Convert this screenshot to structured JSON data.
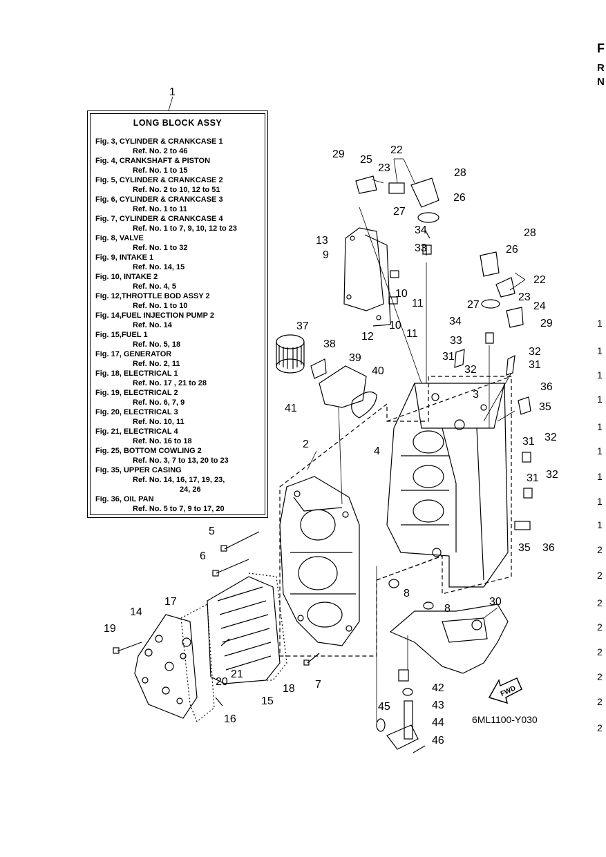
{
  "assembly": {
    "ref": "1",
    "title": "LONG  BLOCK ASSY",
    "figures": [
      {
        "label": "Fig. 3, CYLINDER & CRANKCASE 1",
        "refs": [
          "Ref. No. 2 to 46"
        ]
      },
      {
        "label": "Fig. 4, CRANKSHAFT & PISTON",
        "refs": [
          "Ref. No. 1 to 15"
        ]
      },
      {
        "label": "Fig. 5, CYLINDER & CRANKCASE 2",
        "refs": [
          "Ref. No. 2 to 10, 12 to 51"
        ]
      },
      {
        "label": "Fig. 6, CYLINDER & CRANKCASE 3",
        "refs": [
          "Ref. No. 1 to 11"
        ]
      },
      {
        "label": "Fig. 7, CYLINDER & CRANKCASE 4",
        "refs": [
          "Ref. No. 1 to 7, 9, 10, 12 to 23"
        ]
      },
      {
        "label": "Fig. 8, VALVE",
        "refs": [
          "Ref. No. 1 to 32"
        ]
      },
      {
        "label": "Fig. 9, INTAKE 1",
        "refs": [
          "Ref. No. 14, 15"
        ]
      },
      {
        "label": "Fig. 10, INTAKE 2",
        "refs": [
          "Ref. No. 4, 5"
        ]
      },
      {
        "label": "Fig. 12,THROTTLE BOD ASSY 2",
        "refs": [
          "Ref. No. 1 to 10"
        ]
      },
      {
        "label": "Fig. 14,FUEL INJECTION PUMP 2",
        "refs": [
          "Ref. No. 14"
        ]
      },
      {
        "label": "Fig. 15,FUEL 1",
        "refs": [
          "Ref. No. 5, 18"
        ]
      },
      {
        "label": "Fig. 17, GENERATOR",
        "refs": [
          "Ref. No. 2, 11"
        ]
      },
      {
        "label": "Fig. 18, ELECTRICAL 1",
        "refs": [
          "Ref. No. 17 , 21 to 28"
        ]
      },
      {
        "label": "Fig. 19, ELECTRICAL 2",
        "refs": [
          "Ref. No. 6, 7, 9"
        ]
      },
      {
        "label": "Fig. 20, ELECTRICAL 3",
        "refs": [
          "Ref. No. 10, 11"
        ]
      },
      {
        "label": "Fig. 21, ELECTRICAL 4",
        "refs": [
          "Ref. No. 16 to 18"
        ]
      },
      {
        "label": "Fig. 25, BOTTOM COWLING 2",
        "refs": [
          "Ref. No. 3, 7 to 13, 20 to 23"
        ]
      },
      {
        "label": "Fig. 35, UPPER CASING",
        "refs": [
          "Ref. No. 14, 16, 17, 19, 23,",
          "24, 26"
        ]
      },
      {
        "label": "Fig. 36, OIL PAN",
        "refs": [
          "Ref. No. 5 to 7, 9 to 17, 20"
        ]
      }
    ]
  },
  "model_code": "6ML1100-Y030",
  "fwd_label": "FWD",
  "edge_header": [
    "F",
    "R",
    "N"
  ],
  "edge_numbers": [
    "1",
    "1",
    "1",
    "1",
    "1",
    "1",
    "1",
    "1",
    "1",
    "2",
    "2",
    "2",
    "2",
    "2",
    "2",
    "2",
    "2"
  ],
  "callouts": [
    {
      "id": "c1",
      "text": "1"
    },
    {
      "id": "c2",
      "text": "2"
    },
    {
      "id": "c3",
      "text": "3"
    },
    {
      "id": "c4",
      "text": "4"
    },
    {
      "id": "c5",
      "text": "5"
    },
    {
      "id": "c6",
      "text": "6"
    },
    {
      "id": "c7",
      "text": "7"
    },
    {
      "id": "c8a",
      "text": "8"
    },
    {
      "id": "c8b",
      "text": "8"
    },
    {
      "id": "c9",
      "text": "9"
    },
    {
      "id": "c10a",
      "text": "10"
    },
    {
      "id": "c10b",
      "text": "10"
    },
    {
      "id": "c11a",
      "text": "11"
    },
    {
      "id": "c11b",
      "text": "11"
    },
    {
      "id": "c12",
      "text": "12"
    },
    {
      "id": "c13",
      "text": "13"
    },
    {
      "id": "c14",
      "text": "14"
    },
    {
      "id": "c15",
      "text": "15"
    },
    {
      "id": "c16",
      "text": "16"
    },
    {
      "id": "c17",
      "text": "17"
    },
    {
      "id": "c18",
      "text": "18"
    },
    {
      "id": "c19",
      "text": "19"
    },
    {
      "id": "c20",
      "text": "20"
    },
    {
      "id": "c21",
      "text": "21"
    },
    {
      "id": "c22a",
      "text": "22"
    },
    {
      "id": "c22b",
      "text": "22"
    },
    {
      "id": "c23a",
      "text": "23"
    },
    {
      "id": "c23b",
      "text": "23"
    },
    {
      "id": "c24",
      "text": "24"
    },
    {
      "id": "c25",
      "text": "25"
    },
    {
      "id": "c26a",
      "text": "26"
    },
    {
      "id": "c26b",
      "text": "26"
    },
    {
      "id": "c27a",
      "text": "27"
    },
    {
      "id": "c27b",
      "text": "27"
    },
    {
      "id": "c28a",
      "text": "28"
    },
    {
      "id": "c28b",
      "text": "28"
    },
    {
      "id": "c29a",
      "text": "29"
    },
    {
      "id": "c29b",
      "text": "29"
    },
    {
      "id": "c30",
      "text": "30"
    },
    {
      "id": "c31a",
      "text": "31"
    },
    {
      "id": "c31b",
      "text": "31"
    },
    {
      "id": "c31c",
      "text": "31"
    },
    {
      "id": "c31d",
      "text": "31"
    },
    {
      "id": "c32a",
      "text": "32"
    },
    {
      "id": "c32b",
      "text": "32"
    },
    {
      "id": "c32c",
      "text": "32"
    },
    {
      "id": "c32d",
      "text": "32"
    },
    {
      "id": "c33a",
      "text": "33"
    },
    {
      "id": "c33b",
      "text": "33"
    },
    {
      "id": "c34a",
      "text": "34"
    },
    {
      "id": "c34b",
      "text": "34"
    },
    {
      "id": "c35a",
      "text": "35"
    },
    {
      "id": "c35b",
      "text": "35"
    },
    {
      "id": "c36a",
      "text": "36"
    },
    {
      "id": "c36b",
      "text": "36"
    },
    {
      "id": "c37",
      "text": "37"
    },
    {
      "id": "c38",
      "text": "38"
    },
    {
      "id": "c39",
      "text": "39"
    },
    {
      "id": "c40",
      "text": "40"
    },
    {
      "id": "c41",
      "text": "41"
    },
    {
      "id": "c42",
      "text": "42"
    },
    {
      "id": "c43",
      "text": "43"
    },
    {
      "id": "c44",
      "text": "44"
    },
    {
      "id": "c45",
      "text": "45"
    },
    {
      "id": "c46",
      "text": "46"
    }
  ]
}
